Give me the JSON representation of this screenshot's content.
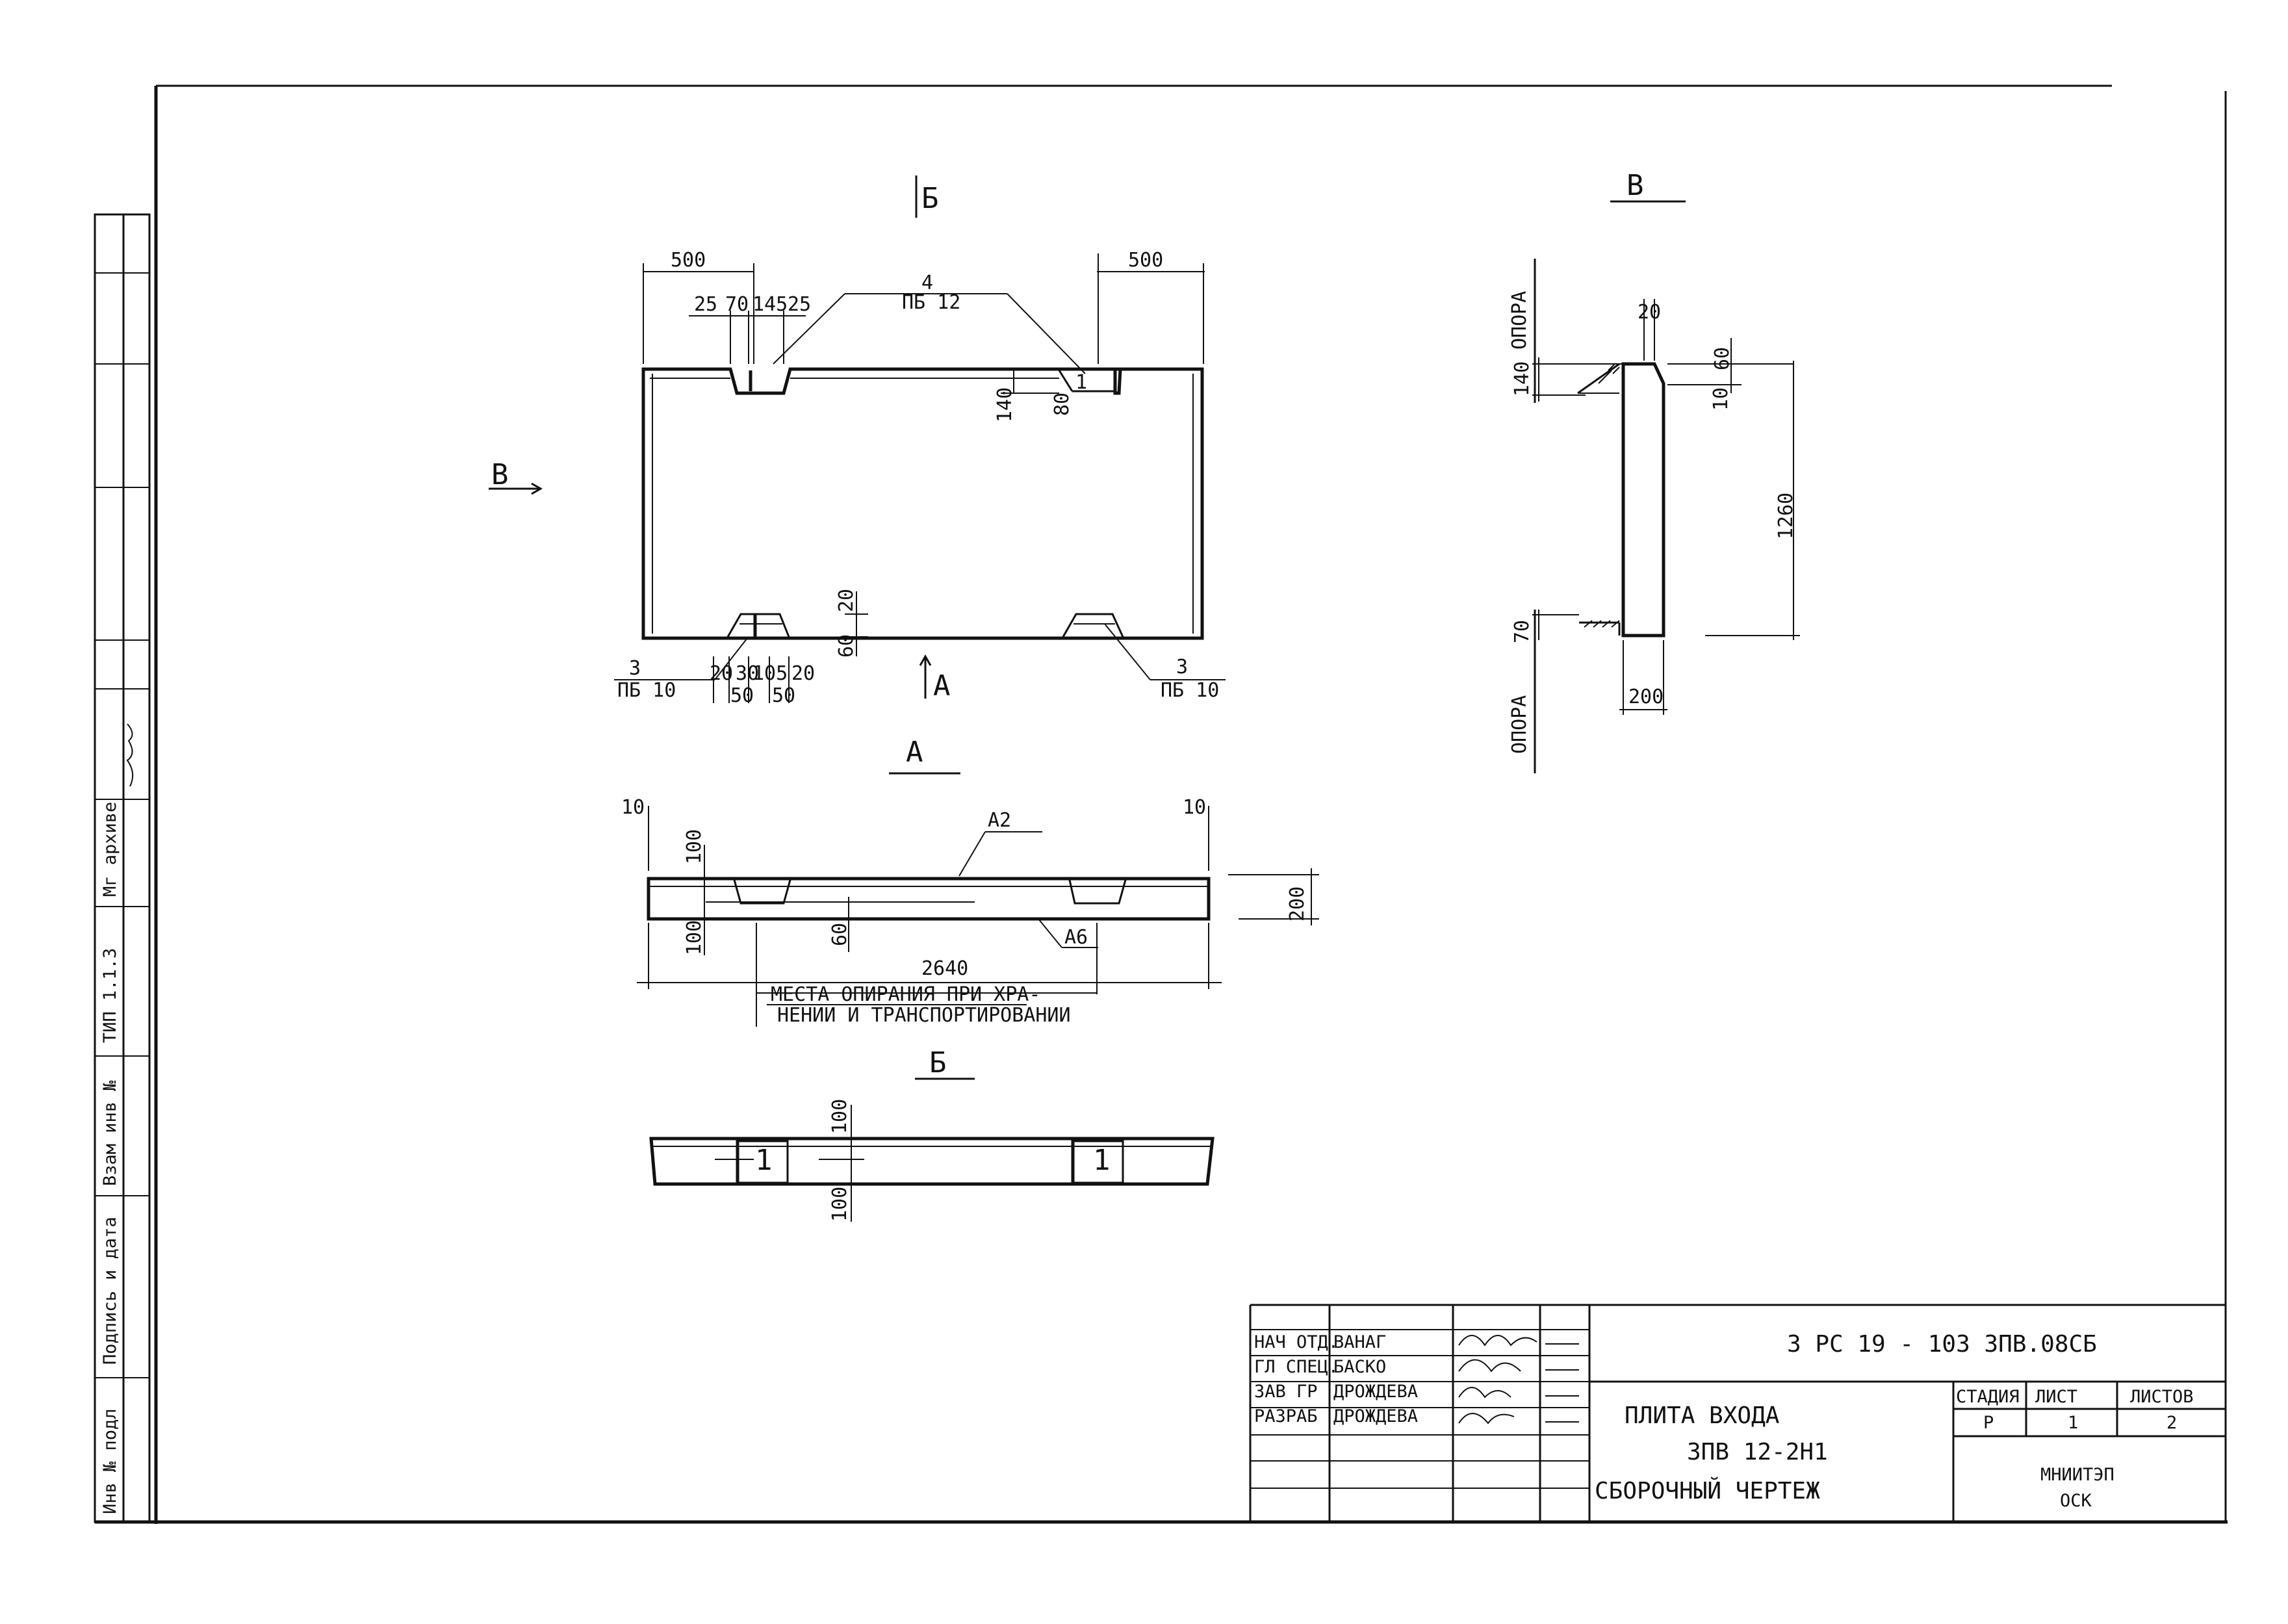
{
  "views": {
    "front": {
      "section_mark_top": "Б",
      "section_mark_bottom": "А",
      "view_mark_left": "В",
      "dims": {
        "left_width": "500",
        "right_width": "500",
        "slot_25a": "25",
        "slot_70": "70",
        "slot_145": "145",
        "slot_25b": "25",
        "height_140": "140",
        "slot_80": "80",
        "bottom_20": "20",
        "bottom_60": "60",
        "b_20a": "20",
        "b_30": "30",
        "b_105": "105",
        "b_20b": "20",
        "b_50a": "50",
        "b_50b": "50"
      },
      "callouts": {
        "top_num": "4",
        "top_part": "ПБ 12",
        "slot_mark": "1",
        "left_num": "3",
        "left_part": "ПБ 10",
        "right_num": "3",
        "right_part": "ПБ 10"
      }
    },
    "side": {
      "title": "В",
      "support_top": "ОПОРА",
      "support_bottom": "ОПОРА",
      "dims": {
        "top_20": "20",
        "d_140": "140",
        "d_60": "60",
        "d_10": "10",
        "d_1260": "1260",
        "d_70": "70",
        "d_200": "200"
      }
    },
    "section_a": {
      "title": "А",
      "leader_top": "А2",
      "leader_bottom": "А6",
      "dims": {
        "left_10": "10",
        "right_10": "10",
        "d_100_top": "100",
        "d_100_bottom": "100",
        "d_60": "60",
        "d_200": "200",
        "length": "2640"
      },
      "note_line1": "МЕСТА ОПИРАНИЯ ПРИ ХРА-",
      "note_line2": "НЕНИИ И ТРАНСПОРТИРОВАНИИ"
    },
    "section_b": {
      "title": "Б",
      "mark_left": "1",
      "mark_right": "1",
      "d_100_top": "100",
      "d_100_bottom": "100"
    }
  },
  "left_strip": {
    "lines": [
      "Инв № подл",
      "Подпись и дата",
      "Взам инв №",
      "ТИП 1.1.3",
      "Мг архиве",
      "signature"
    ]
  },
  "title_block": {
    "document_code": "3 РС 19 - 103     3ПВ.08СБ",
    "roles": [
      "НАЧ ОТД.",
      "ГЛ СПЕЦ.",
      "ЗАВ ГР",
      "РАЗРАБ"
    ],
    "names": [
      "ВАНАГ",
      "БАСКО",
      "ДРОЖДЕВА",
      "ДРОЖДЕВА"
    ],
    "product_name": "ПЛИТА  ВХОДА",
    "product_code": "3ПВ 12-2Н1",
    "drawing_type": "СБОРОЧНЫЙ  ЧЕРТЕЖ",
    "col_stage": "СТАДИЯ",
    "col_sheet": "ЛИСТ",
    "col_sheets": "ЛИСТОВ",
    "stage": "Р",
    "sheet": "1",
    "sheets": "2",
    "org1": "МНИИТЭП",
    "org2": "ОСК"
  }
}
